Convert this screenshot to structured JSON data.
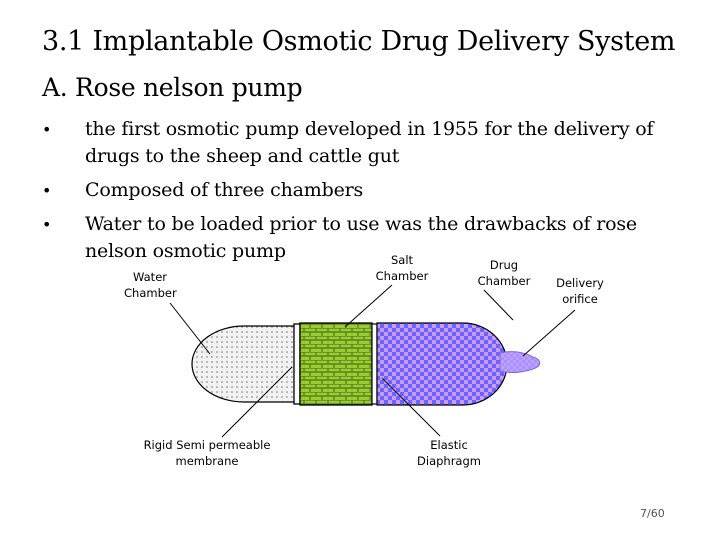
{
  "slide": {
    "title": "3.1 Implantable Osmotic Drug Delivery System",
    "subtitle": "A.  Rose nelson pump",
    "bullet_symbol": "•",
    "bullets": [
      "the first osmotic pump developed  in 1955 for the delivery of drugs to the sheep and cattle gut",
      "Composed of three chambers",
      "Water to be loaded prior to use was the drawbacks of rose nelson osmotic pump"
    ],
    "page_number": "7/60"
  },
  "diagram": {
    "labels": {
      "water_chamber_1": "Water",
      "water_chamber_2": "Chamber",
      "salt_chamber_1": "Salt",
      "salt_chamber_2": "Chamber",
      "drug_chamber_1": "Drug",
      "drug_chamber_2": "Chamber",
      "delivery_orifice_1": "Delivery",
      "delivery_orifice_2": "orifice",
      "membrane_1": "Rigid Semi permeable",
      "membrane_2": "membrane",
      "diaphragm_1": "Elastic",
      "diaphragm_2": "Diaphragm"
    },
    "colors": {
      "water": "#f2f2f2",
      "salt": "#99cc33",
      "drug_a": "#6666ff",
      "drug_b": "#cc99ff",
      "orifice": "#cc99ff"
    }
  }
}
